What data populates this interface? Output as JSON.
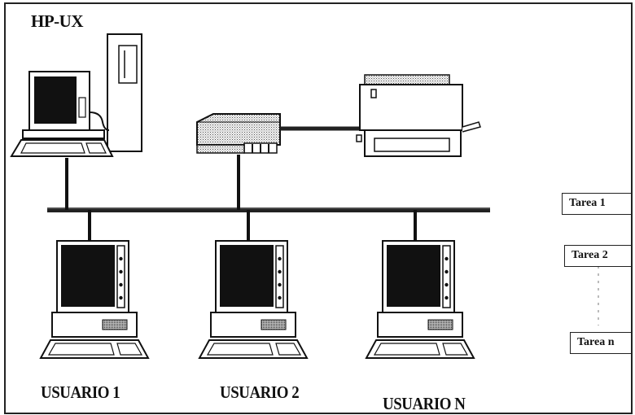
{
  "title": "HP-UX",
  "users": [
    "USUARIO 1",
    "USUARIO 2",
    "USUARIO N"
  ],
  "tasks": [
    "Tarea  1",
    "Tarea  2",
    "Tarea  n"
  ]
}
